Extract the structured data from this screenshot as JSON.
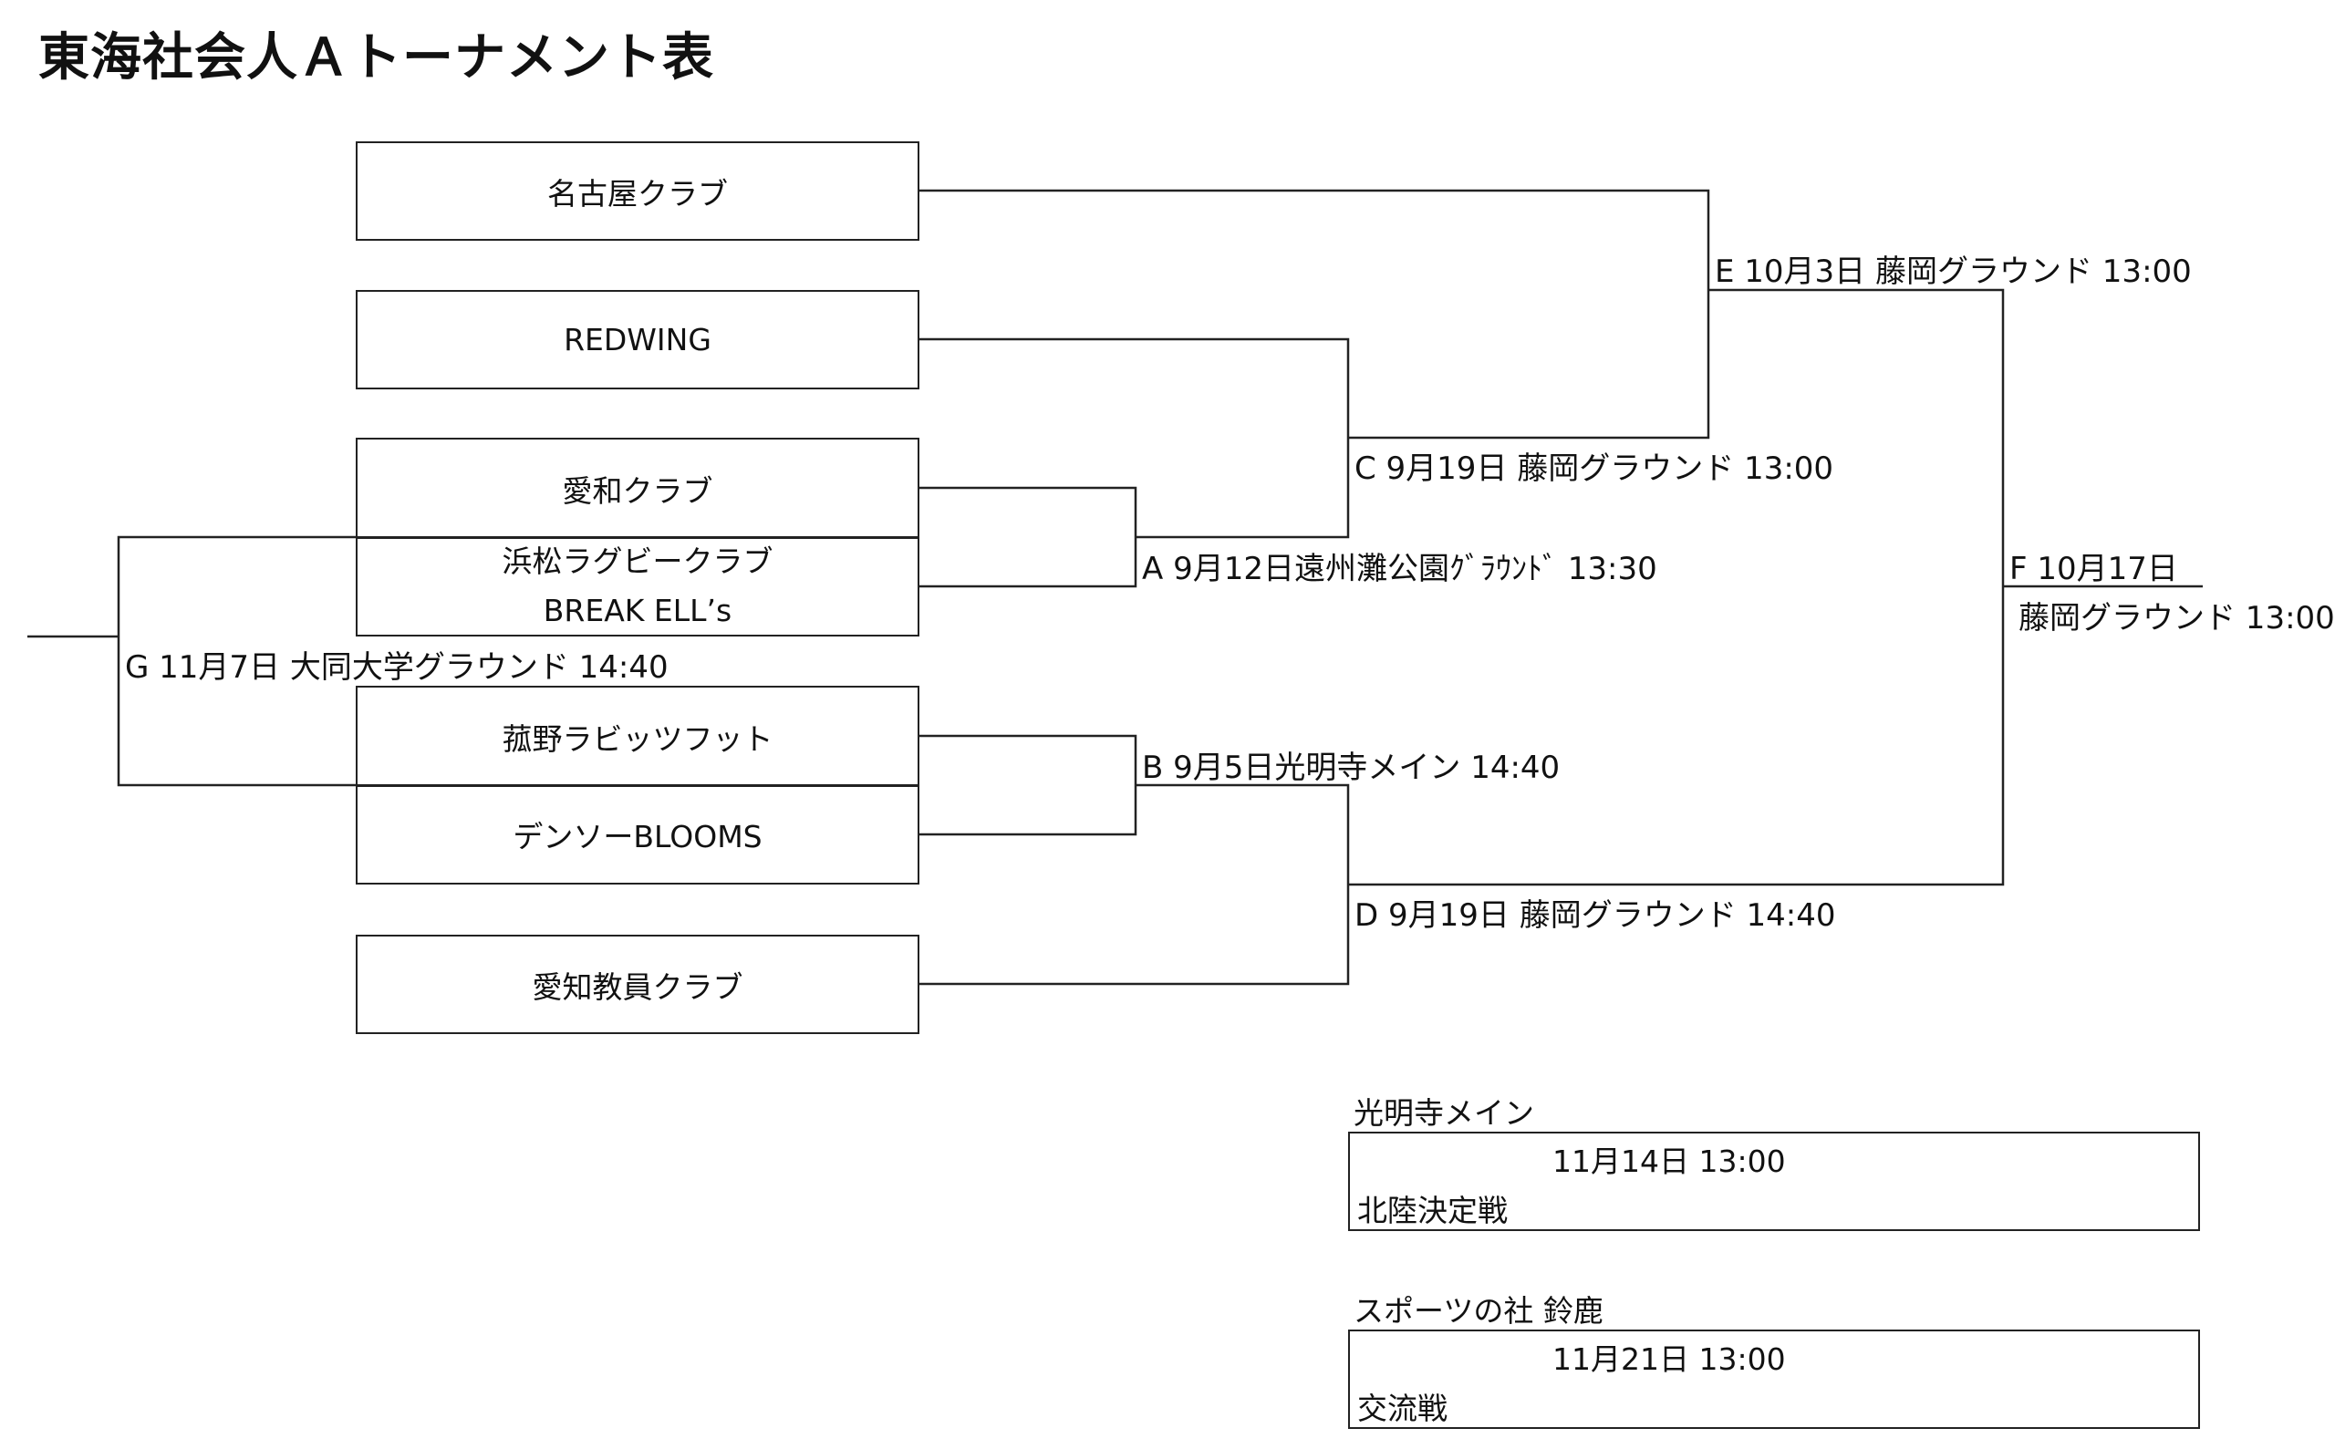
{
  "title": "東海社会人Ａトーナメント表",
  "teams": {
    "nagoya": "名古屋クラブ",
    "redwing": "REDWING",
    "aiwa": "愛和クラブ",
    "hamamatsu_line1": "浜松ラグビークラブ",
    "hamamatsu_line2": "BREAK ELL’s",
    "komono": "菰野ラビッツフット",
    "denso": "デンソーBLOOMS",
    "aichi": "愛知教員クラブ"
  },
  "matches": {
    "A": "A 9月12日遠州灘公園ｸﾞﾗｳﾝﾄﾞ 13:30",
    "B": "B 9月5日光明寺メイン 14:40",
    "C": "C 9月19日 藤岡グラウンド 13:00",
    "D": "D 9月19日 藤岡グラウンド 14:40",
    "E": "E 10月3日 藤岡グラウンド 13:00",
    "F_line1": "F 10月17日",
    "F_line2": "藤岡グラウンド 13:00",
    "G": "G 11月7日 大同大学グラウンド 14:40"
  },
  "extra_games": [
    {
      "venue": "光明寺メイン",
      "datetime": "11月14日 13:00",
      "name": "北陸決定戦"
    },
    {
      "venue": "スポーツの社 鈴鹿",
      "datetime": "11月21日 13:00",
      "name": "交流戦"
    }
  ]
}
